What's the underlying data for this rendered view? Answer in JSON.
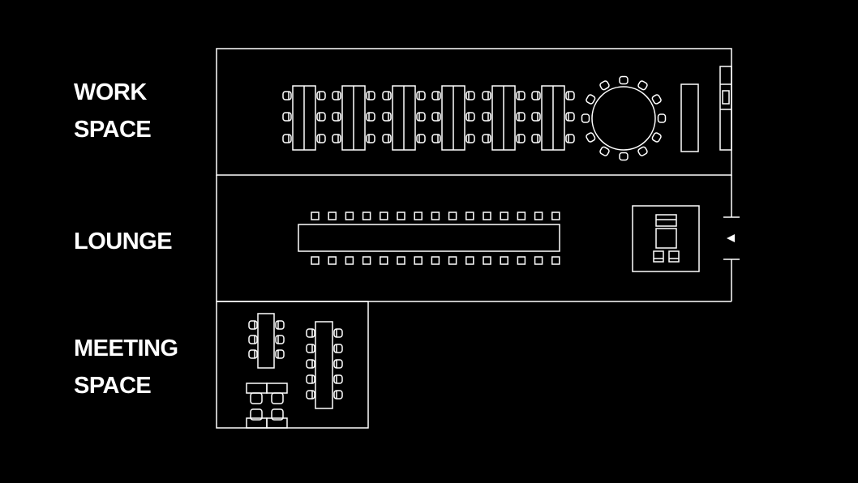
{
  "zones": {
    "work": {
      "line1": "WORK",
      "line2": "SPACE"
    },
    "lounge": {
      "line1": "LOUNGE"
    },
    "meeting": {
      "line1": "MEETING",
      "line2": "SPACE"
    }
  },
  "colors": {
    "background": "#000000",
    "stroke": "#ffffff"
  },
  "icons": {
    "entrance": "entrance-arrow-icon"
  }
}
